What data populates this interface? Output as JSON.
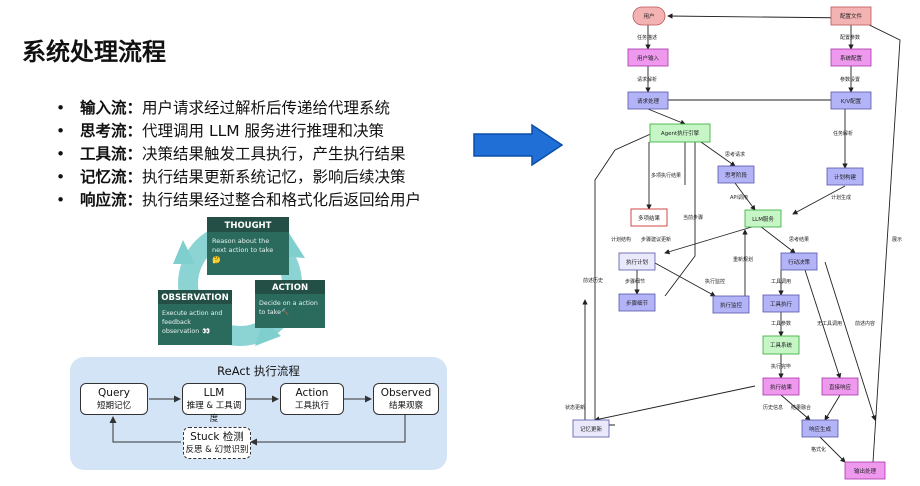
{
  "title": "系统处理流程",
  "bullets": [
    {
      "label": "输入流：",
      "text": "用户请求经过解析后传递给代理系统"
    },
    {
      "label": "思考流：",
      "text": "代理调用 LLM 服务进行推理和决策"
    },
    {
      "label": "工具流：",
      "text": "决策结果触发工具执行，产生执行结果"
    },
    {
      "label": "记忆流：",
      "text": "执行结果更新系统记忆，影响后续决策"
    },
    {
      "label": "响应流：",
      "text": "执行结果经过整合和格式化后返回给用户"
    }
  ],
  "cycle": {
    "thought": {
      "title": "THOUGHT",
      "desc1": "Reason about the",
      "desc2": "next action to take",
      "emoji": "🤔"
    },
    "action": {
      "title": "ACTION",
      "desc1": "Decide on a action",
      "desc2": "to take",
      "emoji": "🔨"
    },
    "observation": {
      "title": "OBSERVATION",
      "desc1": "Execute action and",
      "desc2": "feedback",
      "desc3": "observation",
      "emoji": "👀"
    }
  },
  "react": {
    "title": "ReAct 执行流程",
    "nodes": [
      {
        "main": "Query",
        "sub": "短期记忆"
      },
      {
        "main": "LLM",
        "sub": "推理 & 工具调度"
      },
      {
        "main": "Action",
        "sub": "工具执行"
      },
      {
        "main": "Observed",
        "sub": "结果观察"
      }
    ],
    "stuck": {
      "main": "Stuck 检测",
      "sub": "反思 & 幻觉识别"
    }
  },
  "flow": {
    "nodes": {
      "user": "用户",
      "config_file": "配置文件",
      "user_input": "用户输入",
      "sys_config": "系统配置",
      "request_handle": "请求处理",
      "kv_config": "K/V配置",
      "agent_engine": "Agent执行引擎",
      "multi_result": "多项结果",
      "think_stage": "思考阶段",
      "plan_build": "计划构建",
      "llm_service": "LLM服务",
      "exec_plan": "执行计划",
      "exec_monitor": "执行监控",
      "step_detail": "步骤细节",
      "action_decide": "行动决策",
      "tool_exec": "工具执行",
      "tool_system": "工具系统",
      "exec_result": "执行结果",
      "direct_resp": "直接响应",
      "memory_update": "记忆更新",
      "resp_gen": "响应生成",
      "output_handle": "输出处理"
    },
    "labels": {
      "task_desc": "任务描述",
      "config_params": "配置参数",
      "req_parse": "请求解析",
      "param_set": "参数设置",
      "task_parse": "任务解析",
      "think_req": "思考请求",
      "multi_exec": "多项执行结果",
      "api_call": "API调用",
      "plan_gen": "计划生成",
      "current_step": "当前步骤",
      "plan_reply": "计划结构",
      "step_suggest": "步骤建议更新",
      "think_result": "思考结果",
      "step_detail": "步骤细节",
      "exec_monitor": "执行监控",
      "context_hist": "前述历史",
      "replan": "重新规划",
      "tool_call": "工具调用",
      "tool_params": "工具参数",
      "no_tool": "无工具调用",
      "exec_done": "执行完毕",
      "write_content": "前述内容",
      "state_update": "状态更新",
      "result_fuse": "结果融合",
      "history_info": "历史信息",
      "format_out": "格式化",
      "return": "展示"
    }
  }
}
